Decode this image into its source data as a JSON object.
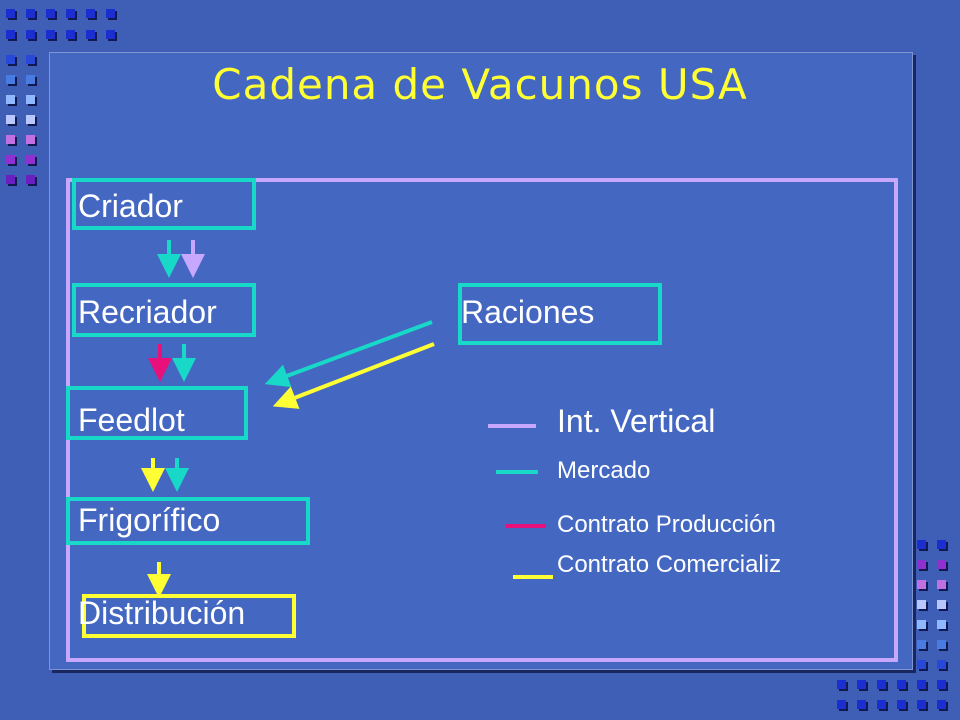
{
  "title": "Cadena de Vacunos USA",
  "colors": {
    "background": "#3e5fb5",
    "panel": "#4467c2",
    "title": "#ffff33",
    "frame": "#c8a8ff",
    "int_vertical": "#c8a8ff",
    "mercado": "#18d8c8",
    "contrato_produccion": "#e8107a",
    "contrato_comercializacion": "#ffff33"
  },
  "nodes": {
    "criador": "Criador",
    "recriador": "Recriador",
    "raciones": "Raciones",
    "feedlot": "Feedlot",
    "frigorifico": "Frigorífico",
    "distribucion": "Distribución"
  },
  "legend": {
    "int_vertical": "Int. Vertical",
    "mercado": "Mercado",
    "contrato_produccion": "Contrato Producción",
    "contrato_comercializacion": "Contrato Comercializ"
  },
  "flows": [
    {
      "from": "criador",
      "to": "recriador",
      "types": [
        "mercado",
        "int_vertical"
      ]
    },
    {
      "from": "recriador",
      "to": "feedlot",
      "types": [
        "contrato_produccion",
        "mercado"
      ]
    },
    {
      "from": "raciones",
      "to": "feedlot",
      "types": [
        "mercado",
        "contrato_comercializacion"
      ]
    },
    {
      "from": "feedlot",
      "to": "frigorifico",
      "types": [
        "contrato_comercializacion",
        "mercado"
      ]
    },
    {
      "from": "frigorifico",
      "to": "distribucion",
      "types": [
        "contrato_comercializacion"
      ]
    }
  ]
}
